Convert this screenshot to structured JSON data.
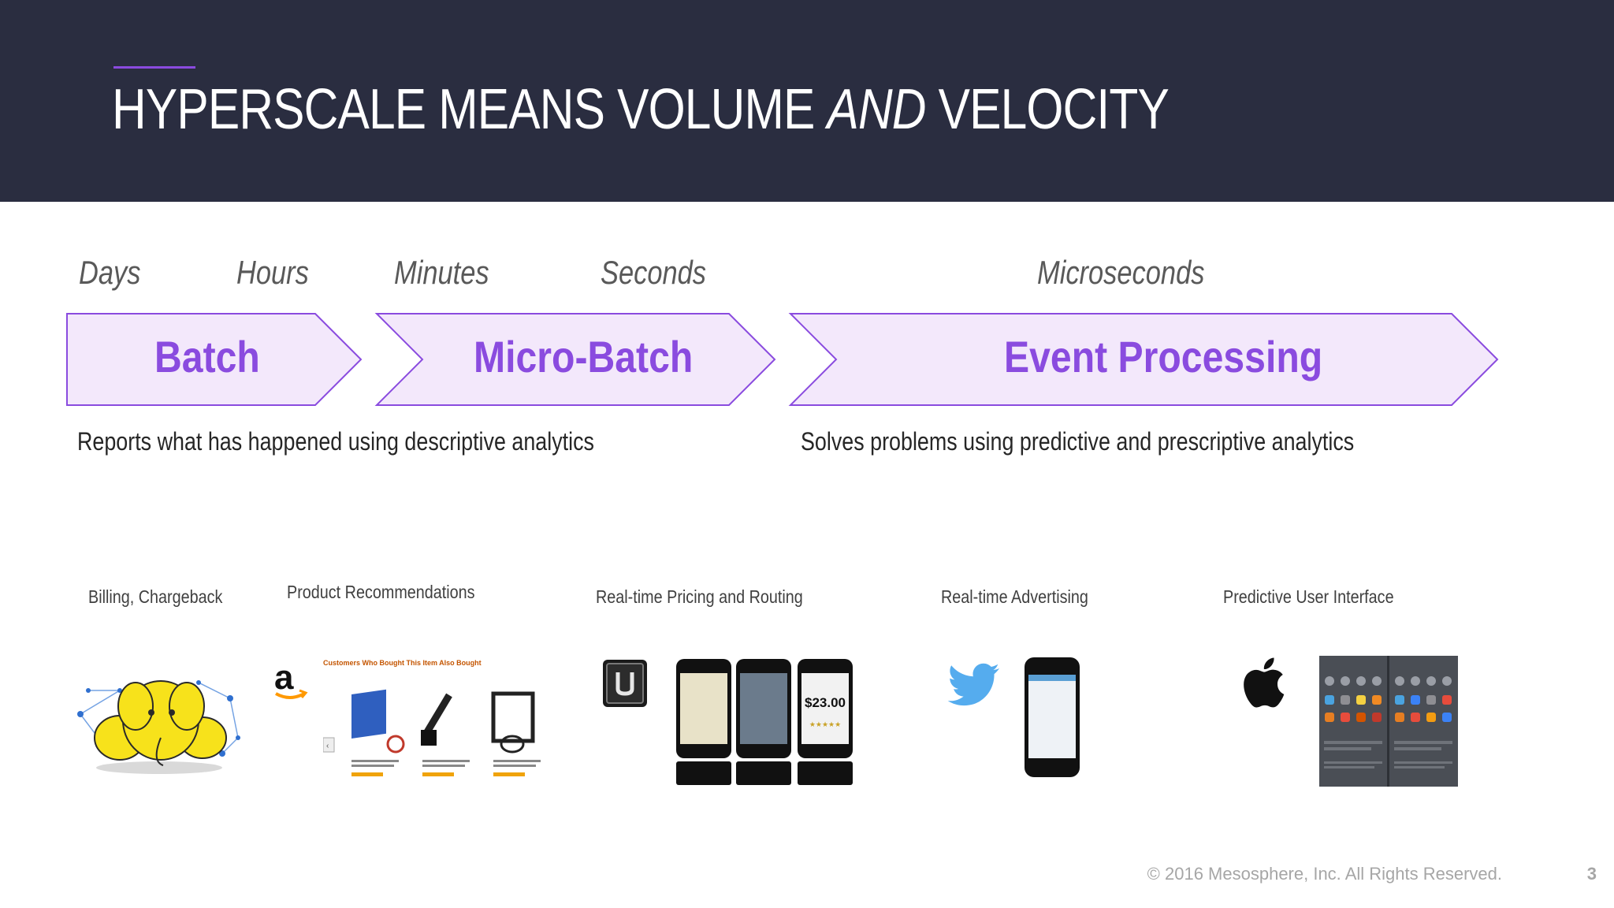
{
  "slide": {
    "title_part1": "HYPERSCALE MEANS VOLUME ",
    "title_emphasis": "AND",
    "title_part2": " VELOCITY"
  },
  "timescale": [
    "Days",
    "Hours",
    "Minutes",
    "Seconds",
    "Microseconds"
  ],
  "stages": {
    "batch": "Batch",
    "micro_batch": "Micro-Batch",
    "event_processing": "Event Processing"
  },
  "descriptions": {
    "left": "Reports what has happened using descriptive analytics",
    "right": "Solves problems using predictive and prescriptive analytics"
  },
  "use_cases": [
    "Billing, Chargeback",
    "Product Recommendations",
    "Real-time Pricing and Routing",
    "Real-time Advertising",
    "Predictive User Interface"
  ],
  "images": {
    "amazon_header": "Customers Who Bought This Item Also Bought",
    "uber_price": "$23.00"
  },
  "icons": [
    "hadoop-elephant-icon",
    "amazon-logo-icon",
    "uber-logo-icon",
    "twitter-bird-icon",
    "apple-logo-icon"
  ],
  "colors": {
    "header_bg": "#2a2d40",
    "accent": "#8a4bdf",
    "arrow_fill": "#f3e8fb"
  },
  "footer": {
    "copyright": "© 2016 Mesosphere, Inc. All Rights Reserved.",
    "page": "3"
  }
}
